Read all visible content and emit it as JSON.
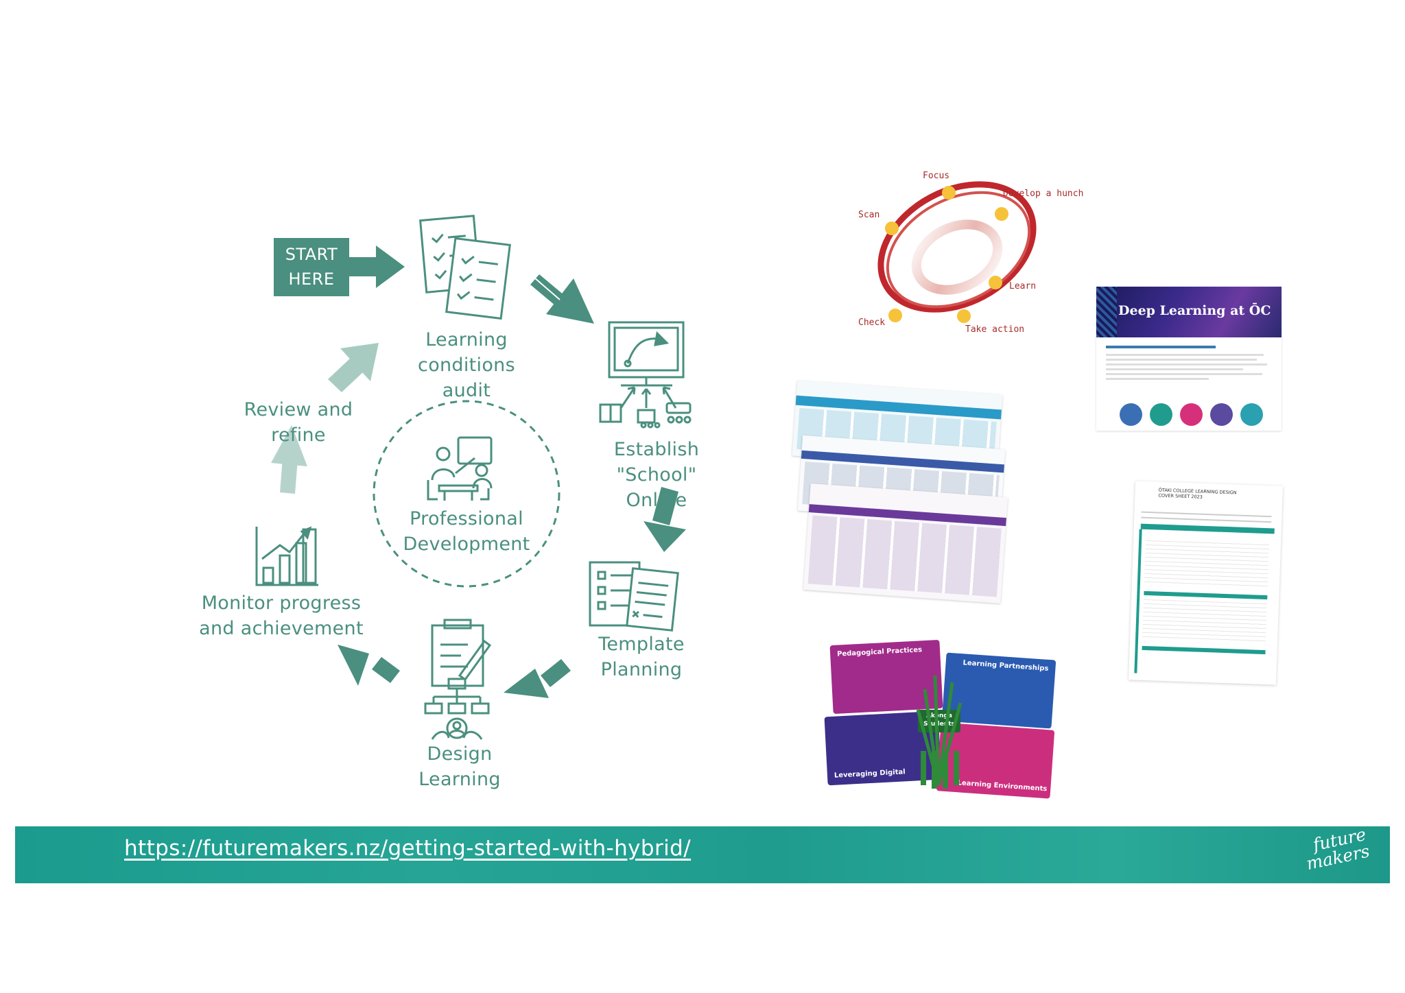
{
  "cycle": {
    "start": "START\nHERE",
    "steps": {
      "audit": "Learning conditions\naudit",
      "online": "Establish \"School\"\nOnline",
      "template": "Template Planning",
      "design": "Design Learning",
      "monitor": "Monitor progress\nand achievement",
      "review": "Review and refine"
    },
    "center": "Professional\nDevelopment"
  },
  "inquiry_ring": {
    "labels": {
      "focus": "Focus",
      "hunch": "Develop a hunch",
      "scan": "Scan",
      "learn": "Learn",
      "check": "Check",
      "action": "Take action"
    }
  },
  "deep_learning_card": {
    "title": "Deep Learning at ŌC"
  },
  "cover_sheet": {
    "title": "ŌTAKI COLLEGE LEARNING DESIGN\nCOVER SHEET 2023"
  },
  "quad": {
    "pedagogical": "Pedagogical Practices",
    "partnerships": "Learning Partnerships",
    "digital": "Leveraging Digital",
    "environments": "Learning Environments",
    "center": "Ākonga\nStudents"
  },
  "footer": {
    "url": "https://futuremakers.nz/getting-started-with-hybrid/",
    "logo": "future\nmakers"
  },
  "colors": {
    "teal": "#4a8f7f",
    "teal_light": "#9ec5bb",
    "bar": "#1f9c8e",
    "ring_red": "#c0272d",
    "ring_dot": "#f5c23a"
  }
}
